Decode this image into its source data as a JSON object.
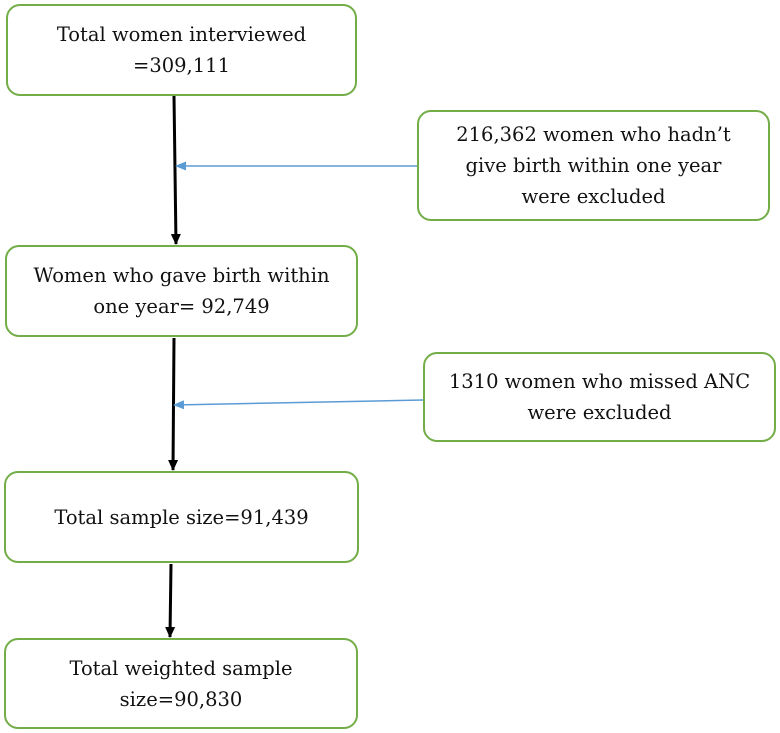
{
  "flowchart": {
    "main_steps": [
      {
        "lines": [
          "Total women interviewed",
          "=309,111"
        ]
      },
      {
        "lines": [
          "Women who gave birth within",
          "one year= 92,749"
        ]
      },
      {
        "lines": [
          "Total sample size=91,439"
        ]
      },
      {
        "lines": [
          "Total weighted sample",
          "size=90,830"
        ]
      }
    ],
    "exclusions": [
      {
        "lines": [
          "216,362 women who hadn’t",
          "give birth within one year",
          "were excluded"
        ]
      },
      {
        "lines": [
          "1310 women who missed ANC",
          "were excluded"
        ]
      }
    ]
  },
  "colors": {
    "box_border": "#72ad47",
    "main_arrow": "#000000",
    "exclusion_arrow": "#5b9bd5"
  }
}
